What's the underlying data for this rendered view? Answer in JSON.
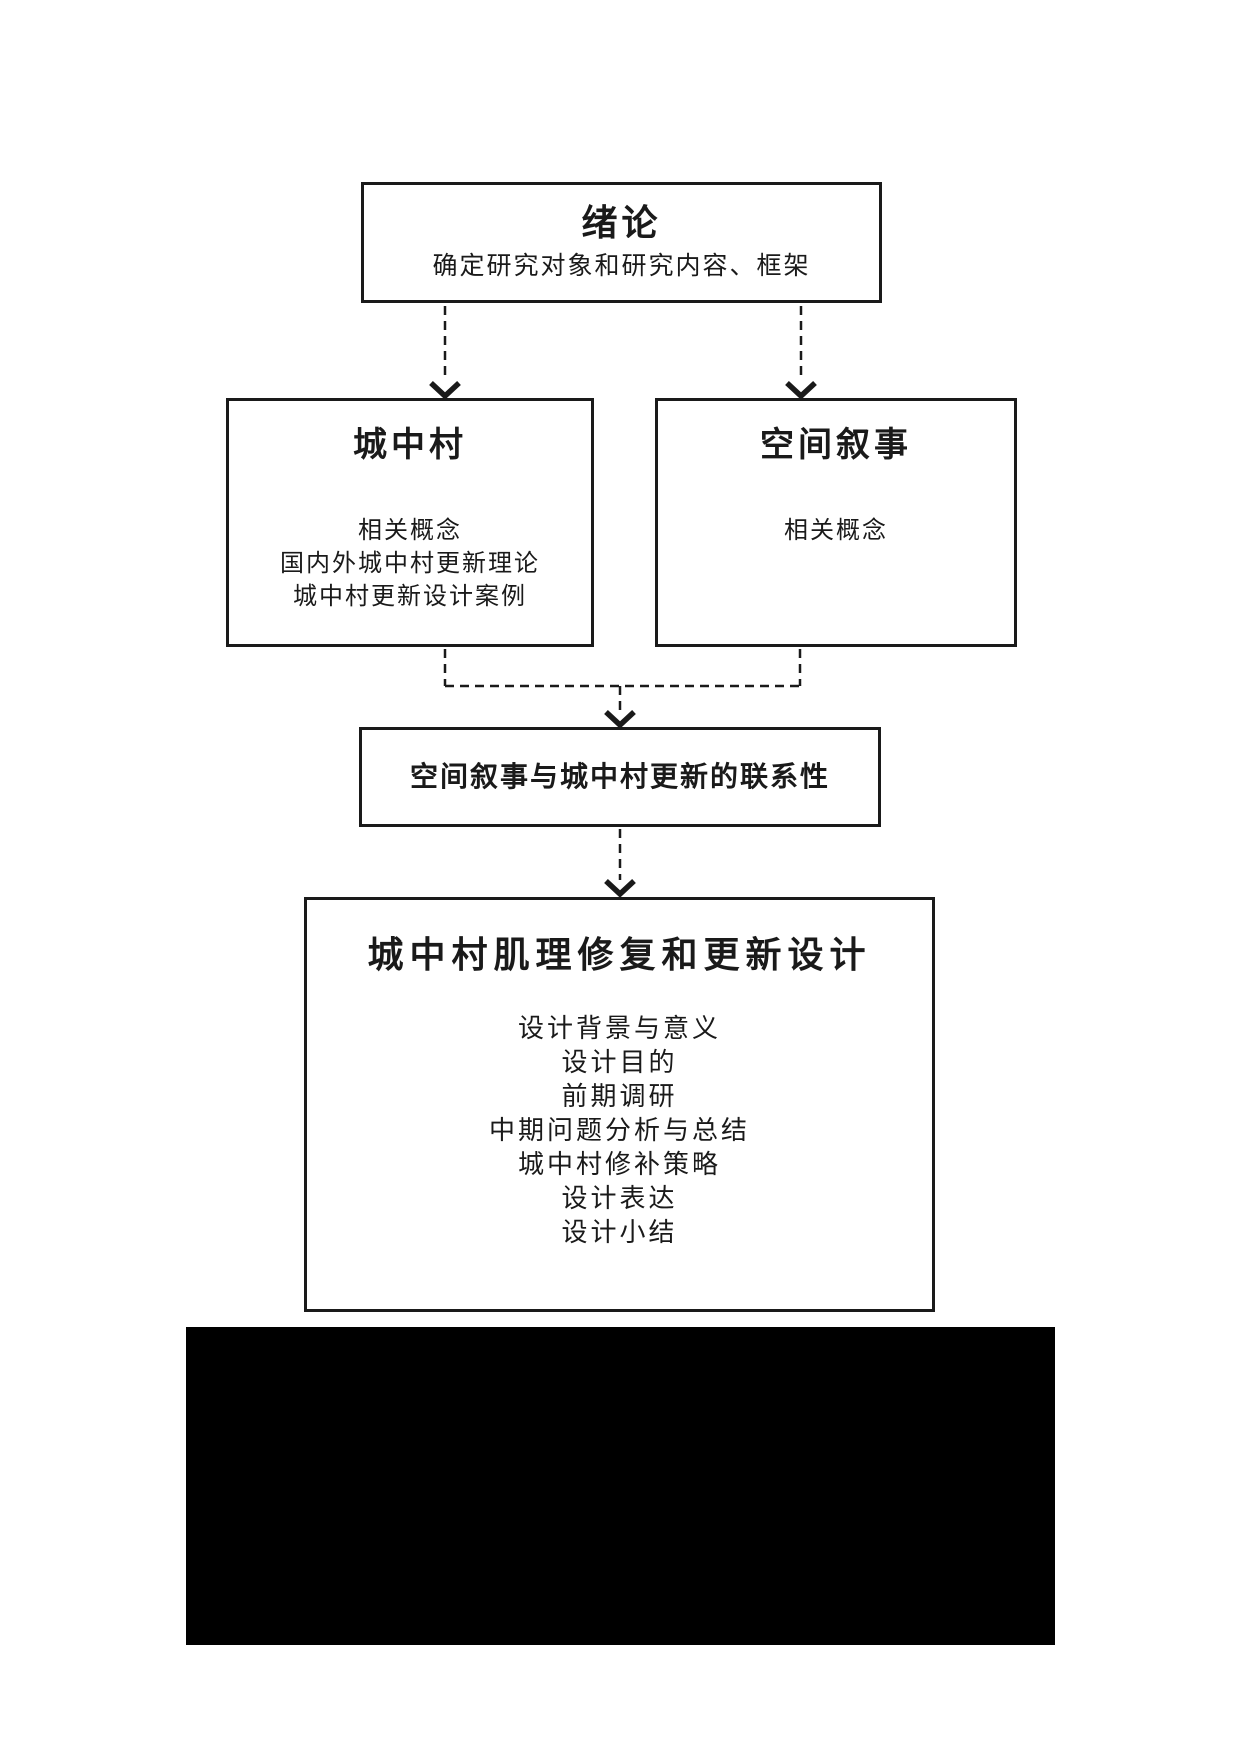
{
  "diagram": {
    "colors": {
      "line": "#1a1a1a",
      "background": "#ffffff",
      "redacted_block": "#000000"
    },
    "intro": {
      "title": "绪论",
      "subtitle": "确定研究对象和研究内容、框架"
    },
    "urban_village": {
      "title": "城中村",
      "lines": [
        "相关概念",
        "国内外城中村更新理论",
        "城中村更新设计案例"
      ]
    },
    "spatial_narrative": {
      "title": "空间叙事",
      "lines": [
        "相关概念"
      ]
    },
    "connection": {
      "title": "空间叙事与城中村更新的联系性"
    },
    "design": {
      "title": "城中村肌理修复和更新设计",
      "lines": [
        "设计背景与意义",
        "设计目的",
        "前期调研",
        "中期问题分析与总结",
        "城中村修补策略",
        "设计表达",
        "设计小结"
      ]
    }
  }
}
